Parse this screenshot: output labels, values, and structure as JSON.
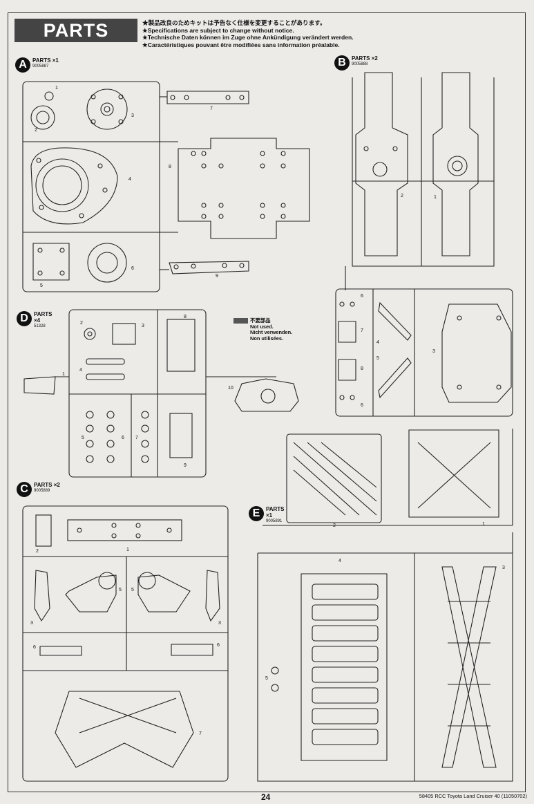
{
  "header": {
    "title": "PARTS",
    "notes": [
      "★製品改良のためキットは予告なく仕様を変更することがあります。",
      "★Specifications are subject to change without notice.",
      "★Technische Daten können im Zuge ohne Ankündigung verändert werden.",
      "★Caractéristiques pouvant être modifiées sans information préalable."
    ]
  },
  "trees": {
    "A": {
      "letter": "A",
      "qty": "PARTS ×1",
      "code": "9005887"
    },
    "B": {
      "letter": "B",
      "qty": "PARTS ×2",
      "code": "9005888"
    },
    "D": {
      "letter": "D",
      "label": "PARTS",
      "qty": "×4",
      "code": "51328"
    },
    "C": {
      "letter": "C",
      "qty": "PARTS ×2",
      "code": "9005889"
    },
    "E": {
      "letter": "E",
      "label": "PARTS",
      "qty": "×1",
      "code": "9005891"
    }
  },
  "not_used": [
    "不要部品",
    "Not used.",
    "Nicht verwenden.",
    "Non utilisées."
  ],
  "part_numbers": {
    "A": [
      "1",
      "2",
      "3",
      "4",
      "5",
      "6",
      "7",
      "8",
      "9"
    ],
    "B": [
      "1",
      "2",
      "3",
      "4",
      "5",
      "6",
      "7",
      "8",
      "6"
    ],
    "D": [
      "1",
      "2",
      "3",
      "4",
      "5",
      "6",
      "7",
      "8",
      "9",
      "10"
    ],
    "C": [
      "1",
      "2",
      "3",
      "3",
      "5",
      "5",
      "6",
      "6",
      "7"
    ],
    "E": [
      "1",
      "2",
      "3",
      "4",
      "5"
    ]
  },
  "footer": {
    "page": "24",
    "caption": "58405 RCC Toyota Land Cruiser 40 (11050702)"
  },
  "colors": {
    "background": "#ecebe8",
    "line": "#222222",
    "banner": "#444444"
  }
}
